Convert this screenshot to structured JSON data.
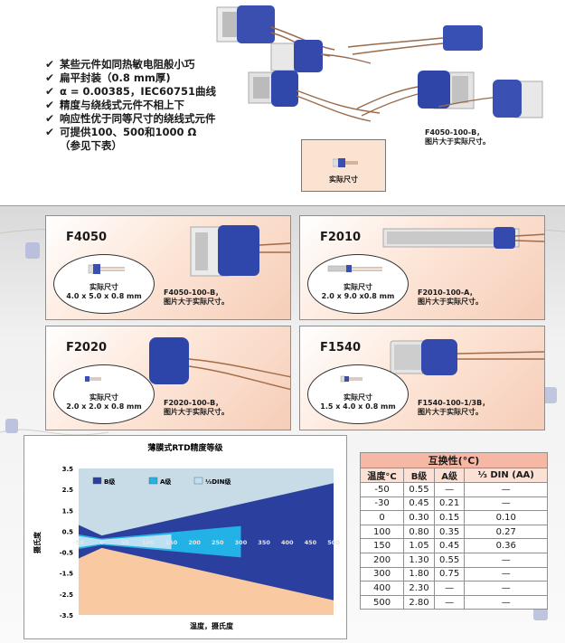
{
  "features": [
    {
      "check": "✔",
      "text": "某些元件如同热敏电阻般小巧"
    },
    {
      "check": "✔",
      "text": "扁平封装（0.8 mm厚)"
    },
    {
      "check": "✔",
      "text": "α = 0.00385，IEC60751曲线"
    },
    {
      "check": "✔",
      "text": "精度与绕线式元件不相上下"
    },
    {
      "check": "✔",
      "text": "响应性优于同等尺寸的绕线式元件"
    },
    {
      "check": "✔",
      "text": "可提供100、500和1000 Ω",
      "sub": "（参见下表）"
    }
  ],
  "top_photo": {
    "caption_line1": "F4050-100-B，",
    "caption_line2": "图片大于实际尺寸。",
    "actual_size_label": "实际尺寸"
  },
  "panels": [
    {
      "model": "F4050",
      "actual_label": "实际尺寸",
      "dims": "4.0 x 5.0 x 0.8 mm",
      "caption_line1": "F4050-100-B，",
      "caption_line2": "图片大于实际尺寸。"
    },
    {
      "model": "F2010",
      "actual_label": "实际尺寸",
      "dims": "2.0 x 9.0 x0.8 mm",
      "caption_line1": "F2010-100-A，",
      "caption_line2": "图片大于实际尺寸。"
    },
    {
      "model": "F2020",
      "actual_label": "实际尺寸",
      "dims": "2.0 x 2.0 x 0.8 mm",
      "caption_line1": "F2020-100-B，",
      "caption_line2": "图片大于实际尺寸。"
    },
    {
      "model": "F1540",
      "actual_label": "实际尺寸",
      "dims": "1.5 x 4.0 x 0.8 mm",
      "caption_line1": "F1540-100-1/3B，",
      "caption_line2": "图片大于实际尺寸。"
    }
  ],
  "chart_data": {
    "type": "area",
    "title": "薄膜式RTD精度等级",
    "xlabel": "温度，摄氏度",
    "ylabel": "摄氏度",
    "xlim": [
      -100,
      500
    ],
    "ylim": [
      -3.5,
      3.5
    ],
    "x_ticks": [
      -100,
      0,
      50,
      100,
      150,
      200,
      250,
      300,
      350,
      400,
      450,
      500
    ],
    "x_tick_labels": [
      "-50",
      "0",
      "50",
      "100",
      "150",
      "200",
      "250",
      "300",
      "350",
      "400",
      "450",
      "500"
    ],
    "y_ticks": [
      3.5,
      2.5,
      1.5,
      0.5,
      -0.5,
      -1.5,
      -2.5,
      -3.5
    ],
    "y_tick_labels": [
      "3.5",
      "2.5",
      "1.5",
      "0.5",
      "-0.5",
      "-1.5",
      "-2.5",
      "-3.5"
    ],
    "series": [
      {
        "name": "B级",
        "color": "#2b3f9e",
        "points": [
          [
            -100,
            0.8
          ],
          [
            0,
            0.3
          ],
          [
            500,
            2.8
          ]
        ]
      },
      {
        "name": "A级",
        "color": "#22b2e6",
        "points": [
          [
            -100,
            0.35
          ],
          [
            0,
            0.15
          ],
          [
            300,
            0.75
          ]
        ]
      },
      {
        "name": "⅓DIN级",
        "color": "#bde0f3",
        "points": [
          [
            -100,
            0.27
          ],
          [
            0,
            0.1
          ],
          [
            150,
            0.36
          ]
        ]
      }
    ],
    "upper_background": "#c8dce8",
    "lower_background": "#f9c9a2",
    "legend_position": "top-left",
    "grid": false
  },
  "table": {
    "title": "互换性(°C)",
    "columns": [
      "温度°C",
      "B级",
      "A级",
      "⅓ DIN (AA)"
    ],
    "rows": [
      [
        "-50",
        "0.55",
        "—",
        "—"
      ],
      [
        "-30",
        "0.45",
        "0.21",
        "—"
      ],
      [
        "0",
        "0.30",
        "0.15",
        "0.10"
      ],
      [
        "100",
        "0.80",
        "0.35",
        "0.27"
      ],
      [
        "150",
        "1.05",
        "0.45",
        "0.36"
      ],
      [
        "200",
        "1.30",
        "0.55",
        "—"
      ],
      [
        "300",
        "1.80",
        "0.75",
        "—"
      ],
      [
        "400",
        "2.30",
        "—",
        "—"
      ],
      [
        "500",
        "2.80",
        "—",
        "—"
      ]
    ]
  }
}
